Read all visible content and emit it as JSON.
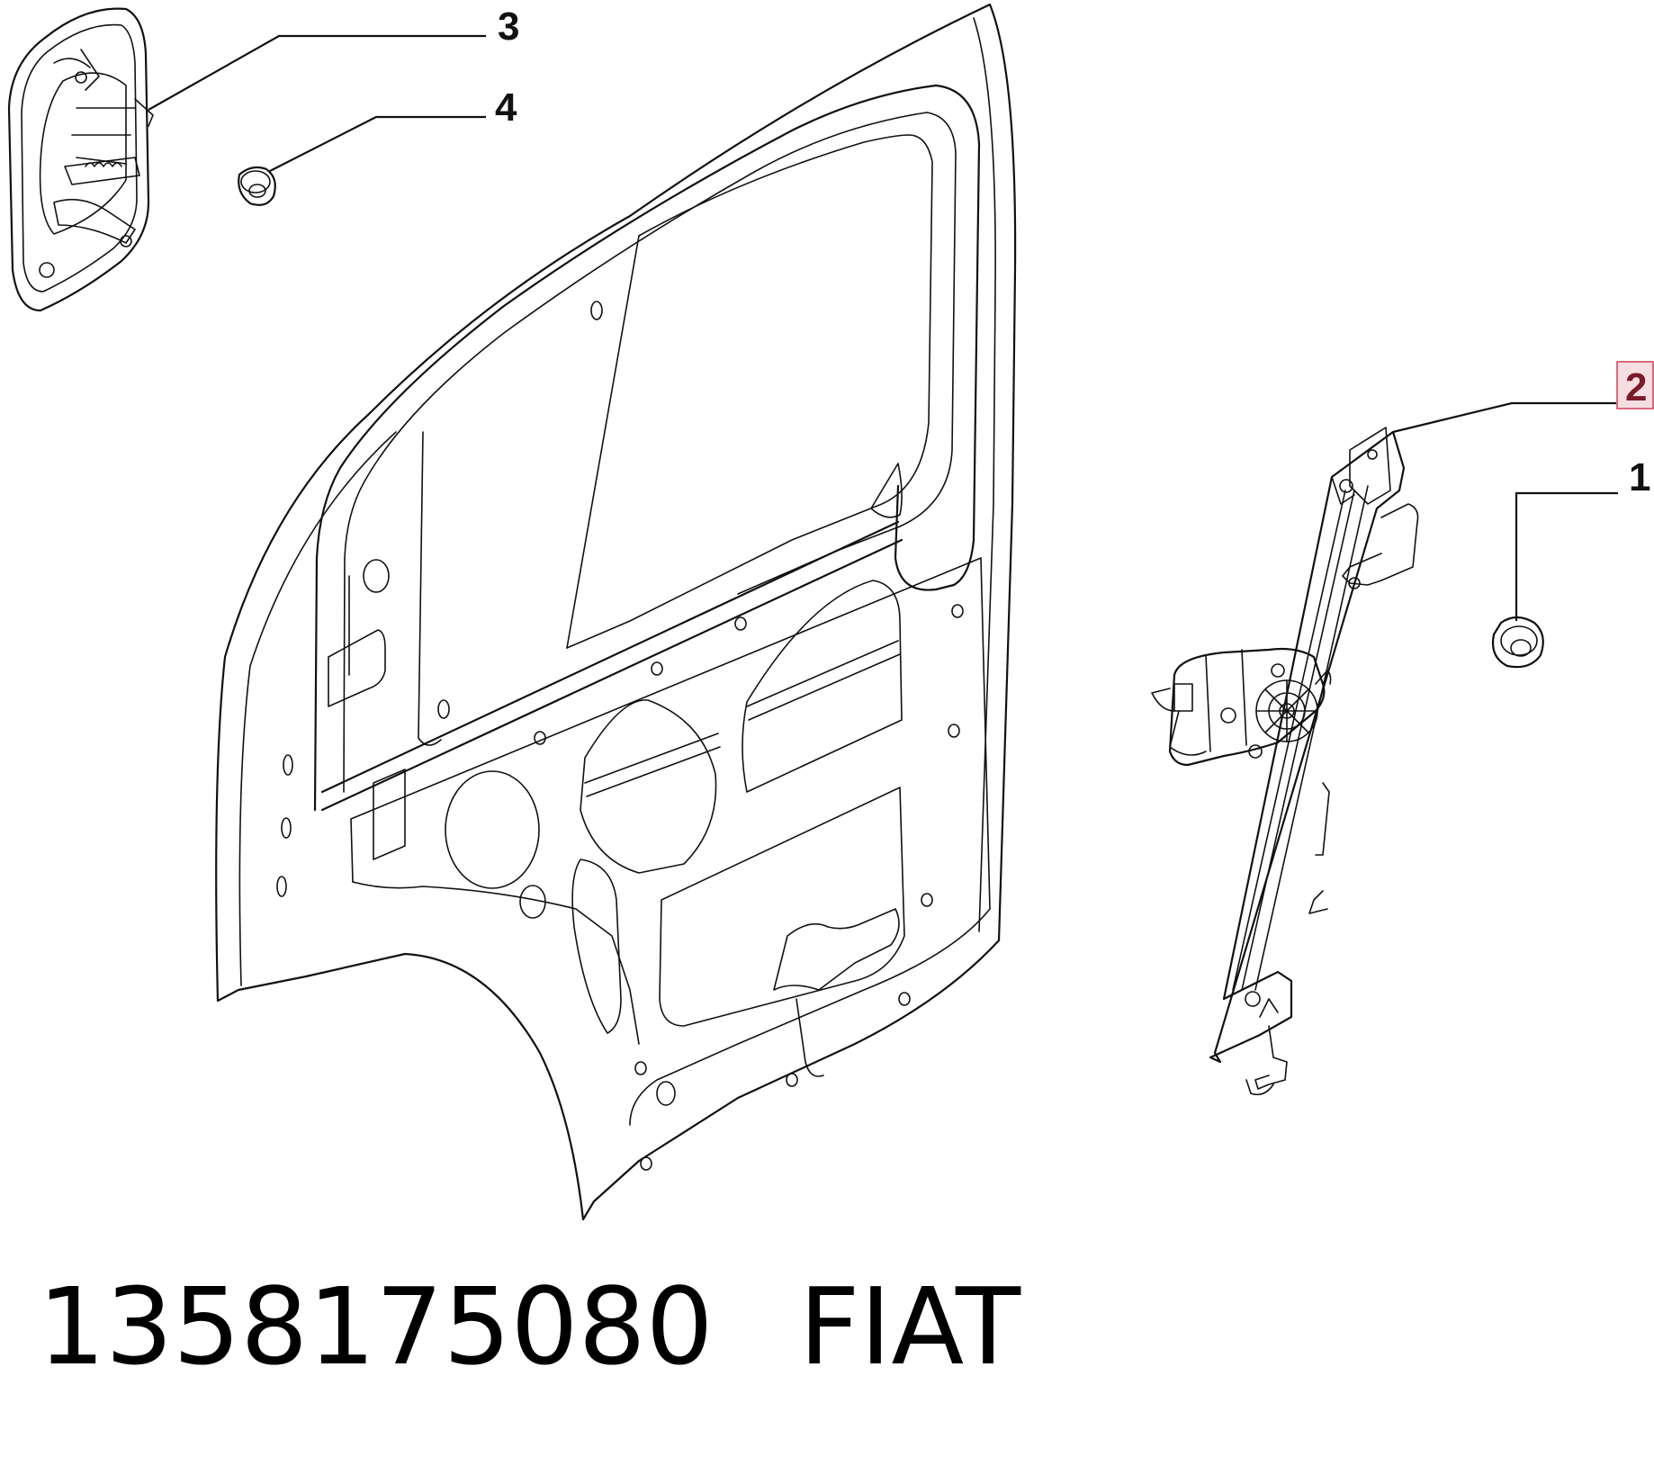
{
  "callouts": {
    "c1": "1",
    "c2": "2",
    "c3": "3",
    "c4": "4"
  },
  "caption": {
    "part_number": "1358175080",
    "brand": "FIAT"
  },
  "colors": {
    "line": "#111111",
    "highlight_fill": "#f6dde1",
    "highlight_stroke": "#d66a7c"
  }
}
